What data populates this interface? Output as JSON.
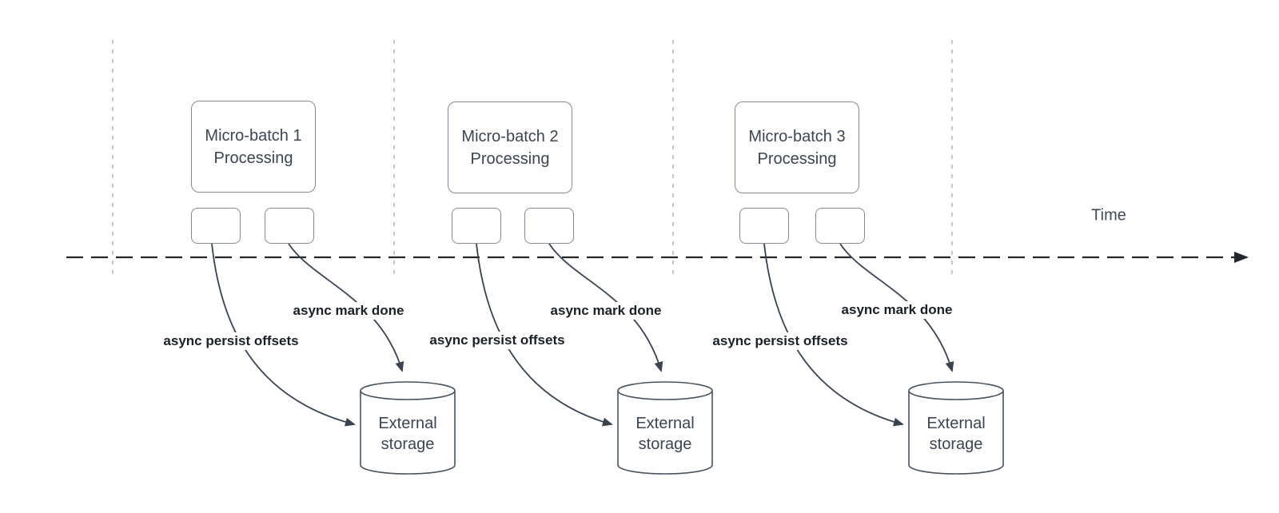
{
  "diagram": {
    "time_label": "Time",
    "sections": [
      {
        "batch_line1": "Micro-batch 1",
        "batch_line2": "Processing",
        "persist_label": "async persist offsets",
        "done_label": "async mark done",
        "storage_line1": "External",
        "storage_line2": "storage"
      },
      {
        "batch_line1": "Micro-batch 2",
        "batch_line2": "Processing",
        "persist_label": "async persist offsets",
        "done_label": "async mark done",
        "storage_line1": "External",
        "storage_line2": "storage"
      },
      {
        "batch_line1": "Micro-batch 3",
        "batch_line2": "Processing",
        "persist_label": "async persist offsets",
        "done_label": "async mark done",
        "storage_line1": "External",
        "storage_line2": "storage"
      }
    ],
    "colors": {
      "background": "#ffffff",
      "node_border": "#868c94",
      "cylinder_border": "#4a525c",
      "flow_stroke": "#3b4350",
      "node_text": "#3e4550",
      "edge_label_text": "#1b2026",
      "time_axis": "#23262b",
      "section_divider": "#b1b3b6"
    }
  }
}
